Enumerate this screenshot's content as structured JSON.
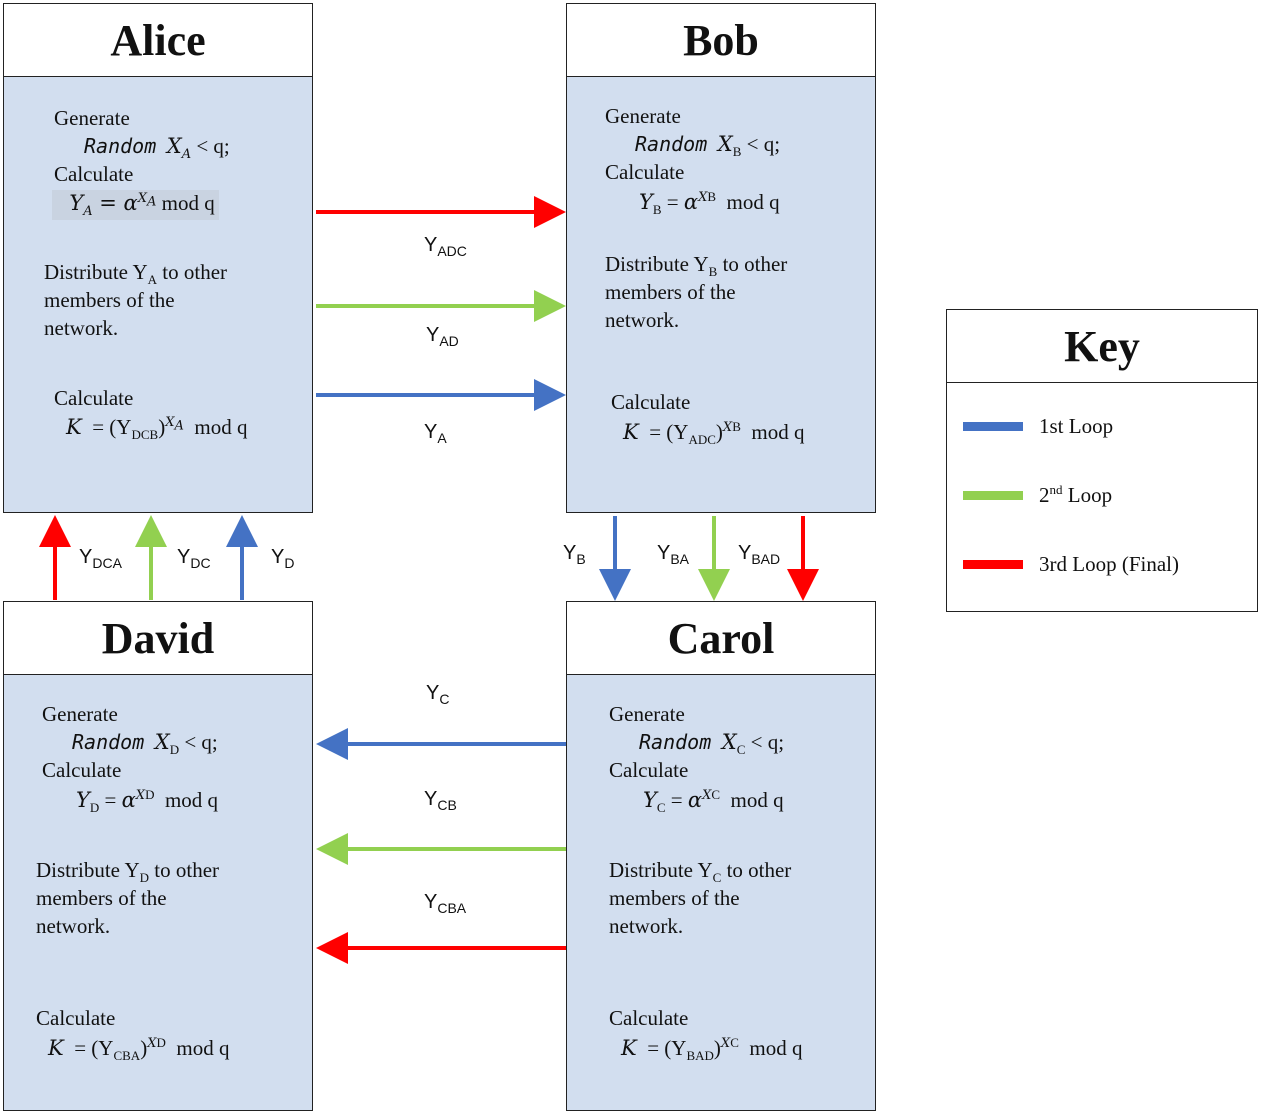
{
  "parties": {
    "alice": {
      "name": "Alice",
      "var": "A",
      "k_from": "DCB"
    },
    "bob": {
      "name": "Bob",
      "var": "B",
      "k_from": "ADC"
    },
    "david": {
      "name": "David",
      "var": "D",
      "k_from": "CBA"
    },
    "carol": {
      "name": "Carol",
      "var": "C",
      "k_from": "BAD"
    }
  },
  "text": {
    "generate": "Generate",
    "random": "Random",
    "lt_q": "< q;",
    "calculate": "Calculate",
    "mod_q": "mod q",
    "distribute": "Distribute Y",
    "to_other": "to other",
    "members": "members of the",
    "network": "network.",
    "k_eq": "K",
    "equals": "= (Y",
    "y_eq": "Y",
    "alpha": "= α"
  },
  "messages": {
    "a_b_red": "ADC",
    "a_b_green": "AD",
    "a_b_blue": "A",
    "d_a_red": "DCA",
    "d_a_green": "DC",
    "d_a_blue": "D",
    "b_c_blue": "B",
    "b_c_green": "BA",
    "b_c_red": "BAD",
    "c_d_blue": "C",
    "c_d_green": "CB",
    "c_d_red": "CBA"
  },
  "key": {
    "title": "Key",
    "items": [
      {
        "label": "1st Loop",
        "color": "#4472c4"
      },
      {
        "label_base": "2",
        "label_sup": "nd",
        "label_rest": " Loop",
        "color": "#92d050"
      },
      {
        "label": "3rd Loop (Final)",
        "color": "#ff0000"
      }
    ]
  },
  "colors": {
    "blue": "#4472c4",
    "green": "#92d050",
    "red": "#ff0000",
    "box_fill": "#d2deef"
  }
}
